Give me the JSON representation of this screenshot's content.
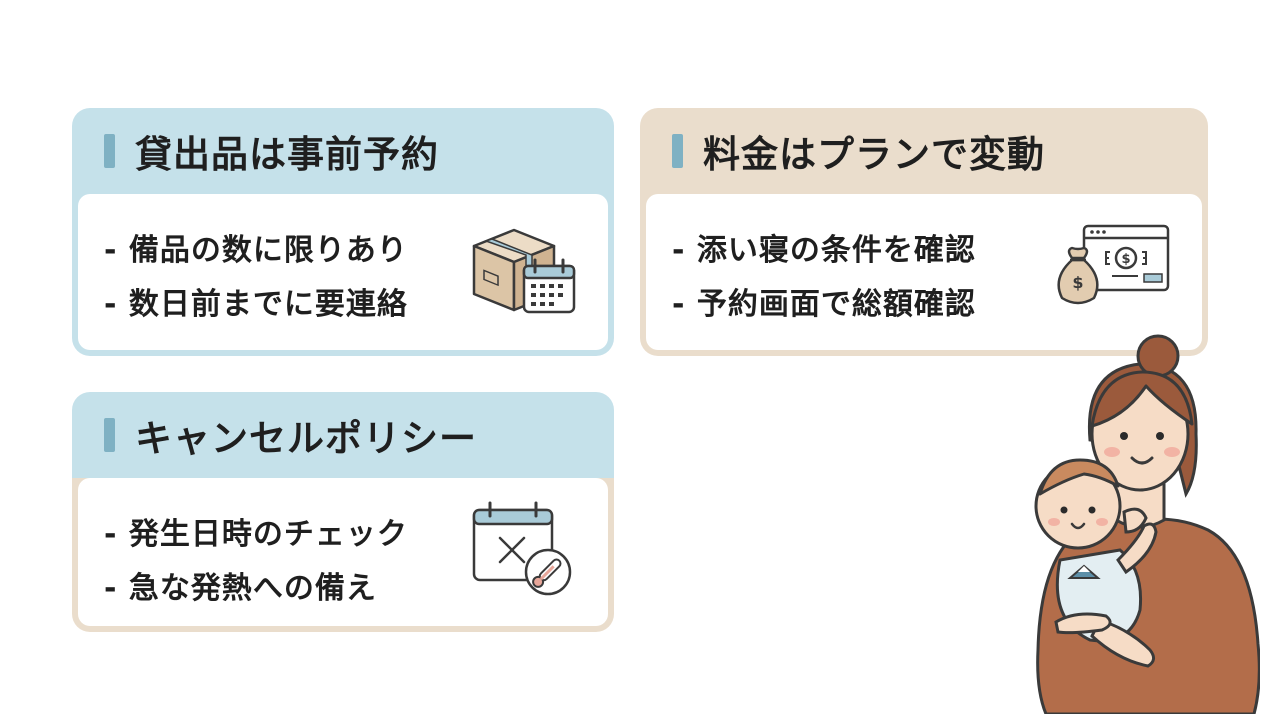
{
  "cards": [
    {
      "title": "貸出品は事前予約",
      "lines": [
        "- 備品の数に限りあり",
        "- 数日前までに要連絡"
      ],
      "icon": "box-calendar-icon"
    },
    {
      "title": "料金はプランで変動",
      "lines": [
        "- 添い寝の条件を確認",
        "- 予約画面で総額確認"
      ],
      "icon": "money-bag-browser-icon"
    },
    {
      "title": "キャンセルポリシー",
      "lines": [
        "- 発生日時のチェック",
        "- 急な発熱への備え"
      ],
      "icon": "calendar-x-thermometer-icon"
    }
  ],
  "colors": {
    "header_blue": "#c5e1ea",
    "header_beige": "#eaddcc",
    "accent_bar": "#7fb1c3"
  },
  "illustration": "mother-holding-baby-illustration"
}
